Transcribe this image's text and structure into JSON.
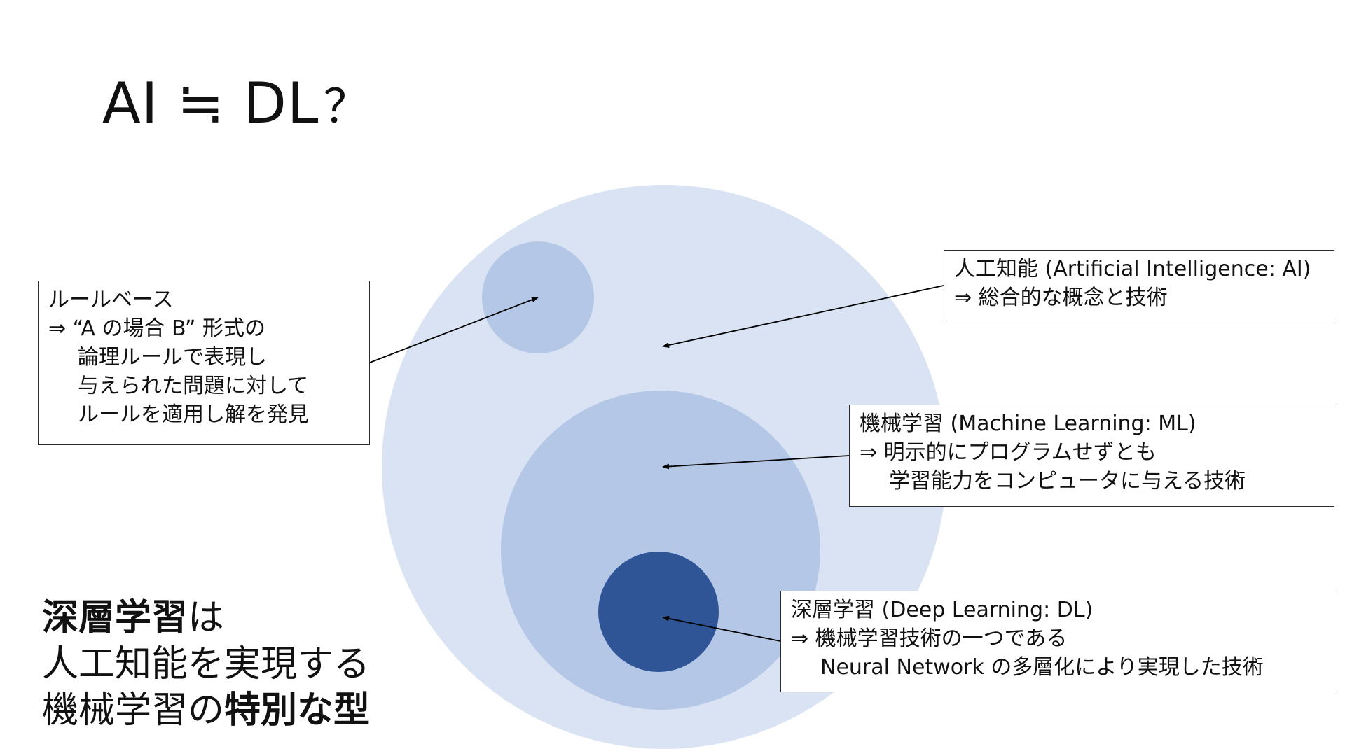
{
  "slide": {
    "title_main": "AI ≒ DL",
    "title_q": "？"
  },
  "boxes": {
    "rule": {
      "lines": [
        "ルールベース",
        "⇒ “A の場合 B” 形式の",
        "論理ルールで表現し",
        "与えられた問題に対して",
        "ルールを適用し解を発見"
      ]
    },
    "ai": {
      "lines": [
        "人工知能 (Artificial Intelligence: AI)",
        "⇒ 総合的な概念と技術"
      ]
    },
    "ml": {
      "lines": [
        "機械学習 (Machine Learning: ML)",
        "⇒ 明示的にプログラムせずとも",
        "学習能力をコンピュータに与える技術"
      ]
    },
    "dl": {
      "lines": [
        "深層学習 (Deep Learning: DL)",
        "⇒ 機械学習技術の一つである",
        "Neural Network の多層化により実現した技術"
      ]
    }
  },
  "caption": {
    "l1_bold": "深層学習",
    "l1_rest": "は",
    "l2": "人工知能を実現する",
    "l3_rest": "機械学習の",
    "l3_bold": "特別な型"
  },
  "colors": {
    "ai_circle": "#dae3f3",
    "rule_circle": "#b4c7e7",
    "ml_circle": "#b4c7e7",
    "dl_circle": "#2f5597",
    "arrow": "#000000"
  }
}
